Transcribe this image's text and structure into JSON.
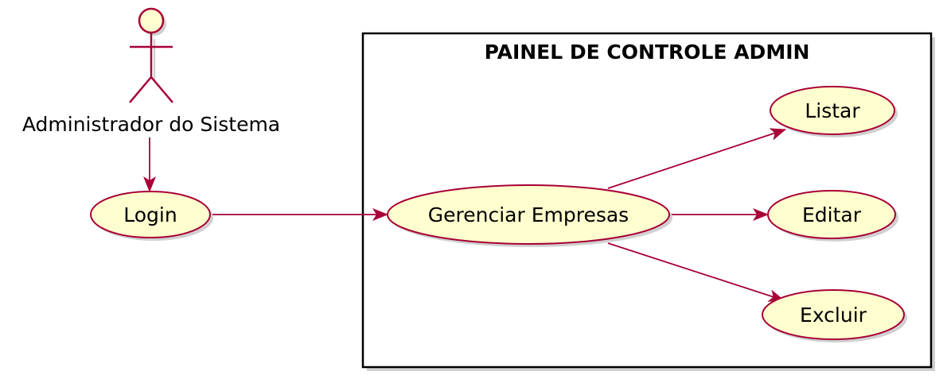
{
  "diagram": {
    "system_title": "PAINEL DE CONTROLE ADMIN",
    "actor": {
      "label": "Administrador do Sistema"
    },
    "use_cases": {
      "login": "Login",
      "gerenciar": "Gerenciar Empresas",
      "listar": "Listar",
      "editar": "Editar",
      "excluir": "Excluir"
    }
  },
  "colors": {
    "use_case_fill": "#FEFECE",
    "stroke": "#A80036",
    "boundary": "#000000",
    "shadow": "#D0D0D0"
  }
}
